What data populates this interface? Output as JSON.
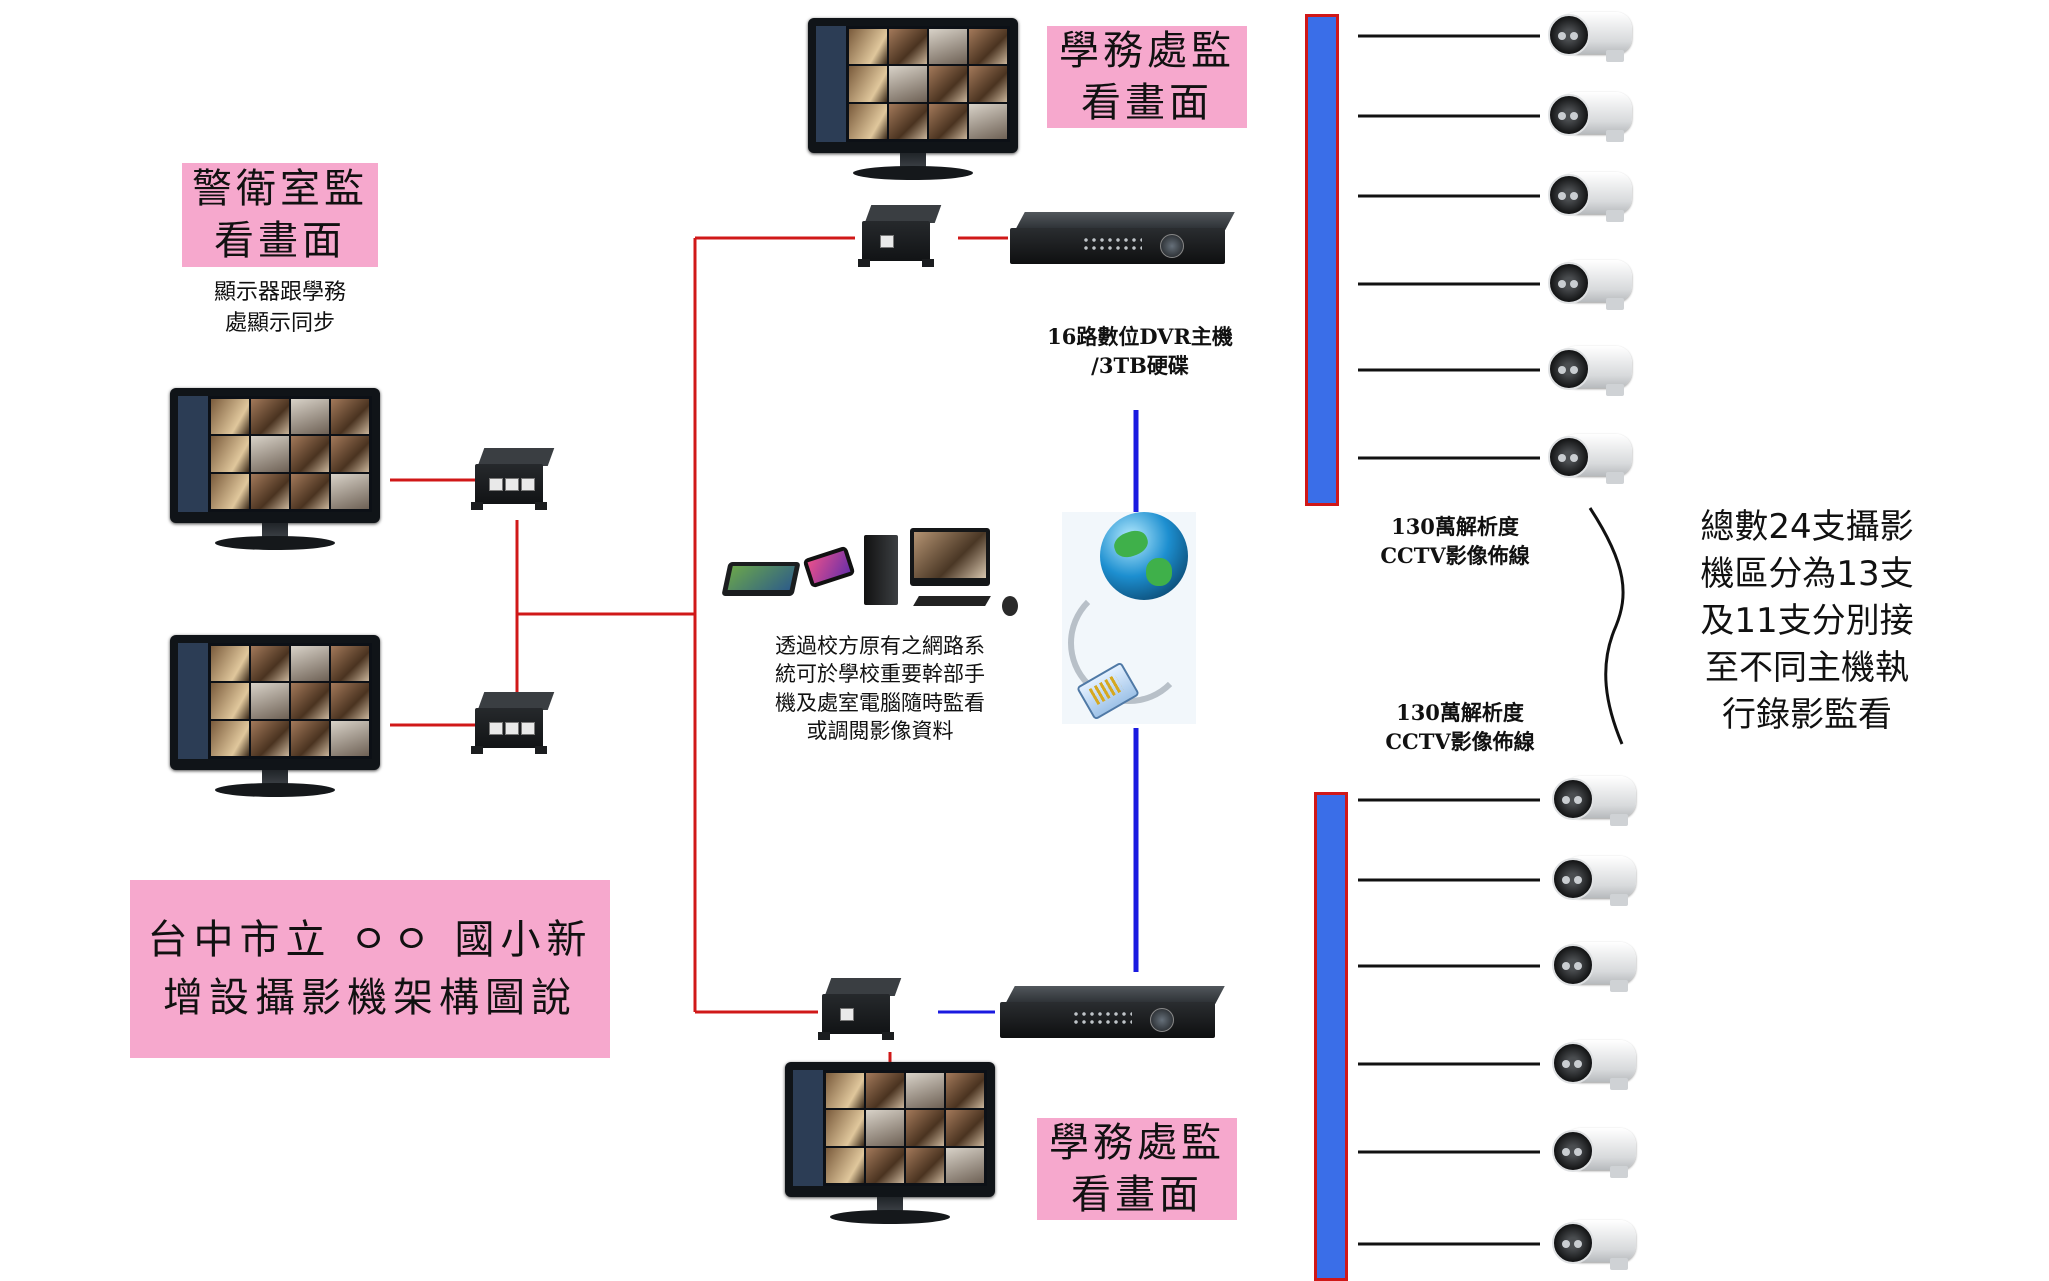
{
  "title_box": {
    "lines": [
      "台中市立 ㅇㅇ 國小新",
      "增設攝影機架構圖說"
    ]
  },
  "guard_room": {
    "title_lines": [
      "警衛室監",
      "看畫面"
    ],
    "note_lines": [
      "顯示器跟學務",
      "處顯示同步"
    ]
  },
  "office_top": {
    "title_lines": [
      "學務處監",
      "看畫面"
    ]
  },
  "office_bottom": {
    "title_lines": [
      "學務處監",
      "看畫面"
    ]
  },
  "dvr_label": {
    "lines": [
      "16路數位DVR主機",
      "/3TB硬碟"
    ]
  },
  "network_note": {
    "lines": [
      "透過校方原有之網路系",
      "統可於學校重要幹部手",
      "機及處室電腦隨時監看",
      "或調閱影像資料"
    ]
  },
  "wiring_top": {
    "lines": [
      "130萬解析度",
      "CCTV影像佈線"
    ]
  },
  "wiring_bottom": {
    "lines": [
      "130萬解析度",
      "CCTV影像佈線"
    ]
  },
  "summary": {
    "lines": [
      "總數24支攝影",
      "機區分為13支",
      "及11支分別接",
      "至不同主機執",
      "行錄影監看"
    ]
  },
  "colors": {
    "label_box_pink": "#f6a8cd",
    "link_red": "#d01818",
    "link_blue": "#1a1ae0",
    "hub_bar_blue": "#3a6ee8"
  }
}
